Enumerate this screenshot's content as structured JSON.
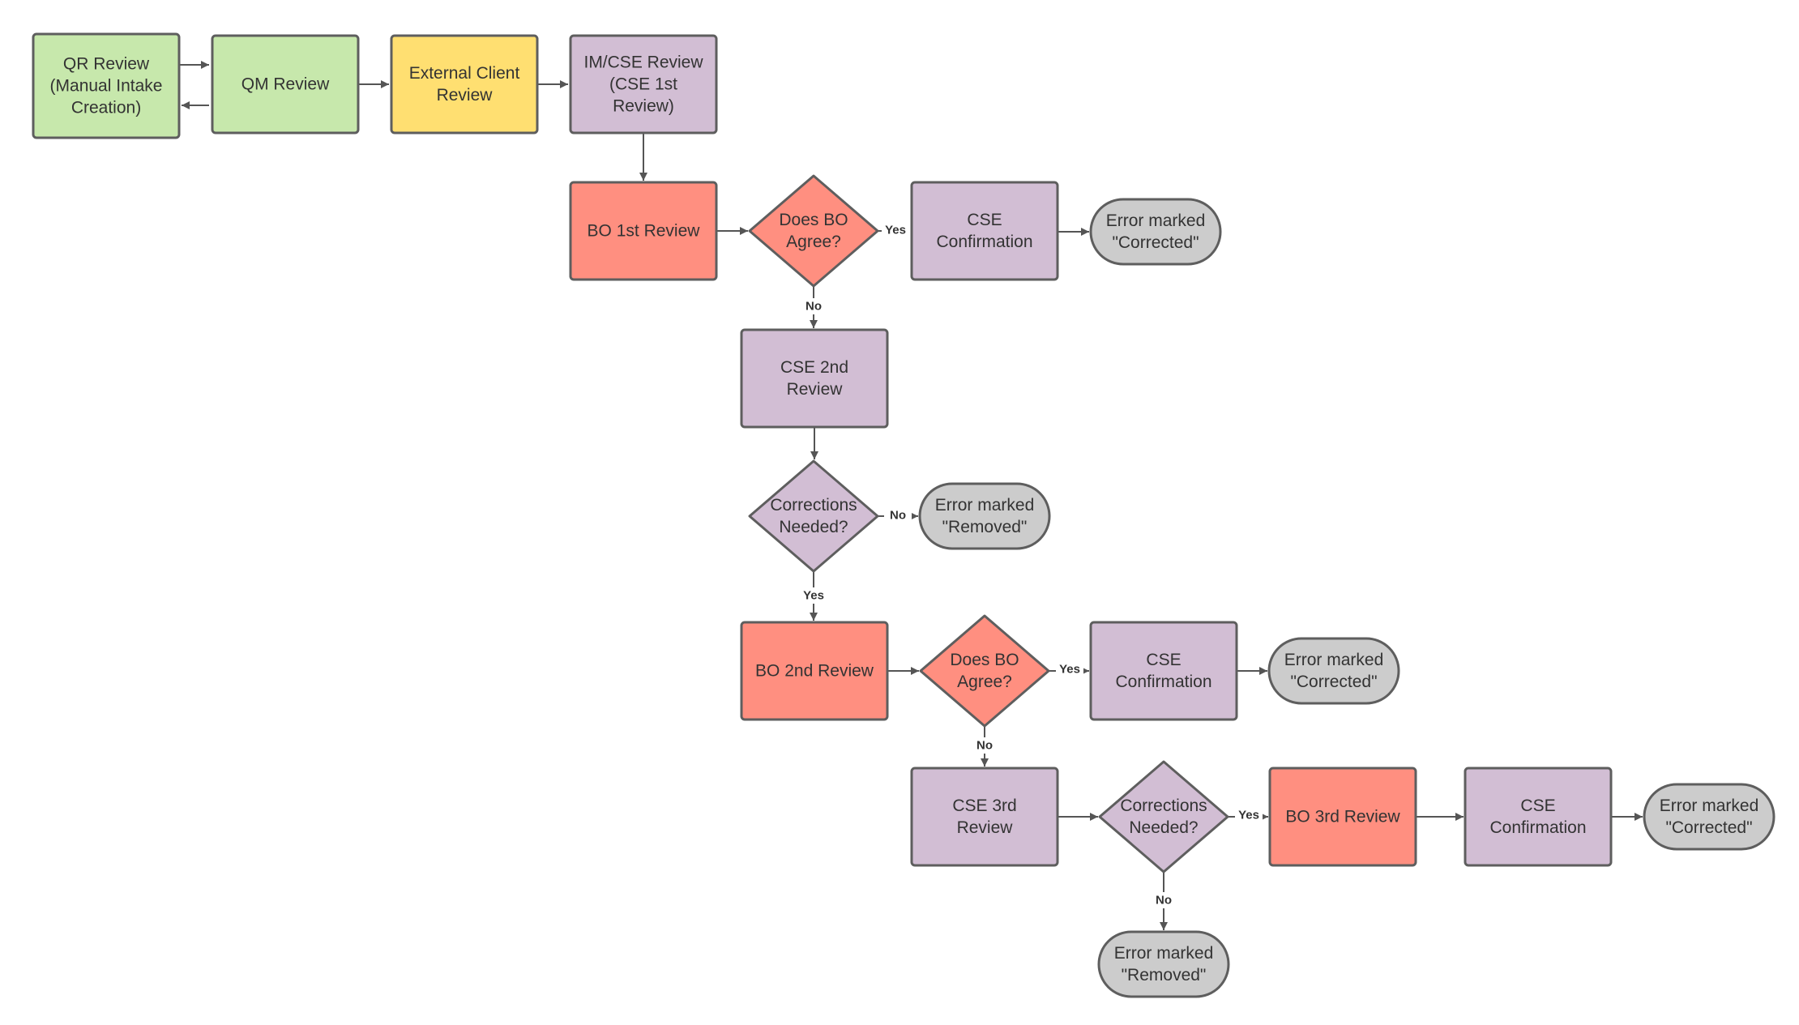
{
  "colors": {
    "green": "#c7e8ac",
    "yellow": "#ffdf71",
    "purple": "#d2bed4",
    "red": "#ff8f80",
    "gray": "#cccccc",
    "stroke": "#5e5e5e",
    "edge": "#555555"
  },
  "nodes": {
    "qr_review": {
      "lines": [
        "QR Review",
        "(Manual Intake",
        "Creation)"
      ]
    },
    "qm_review": {
      "lines": [
        "QM Review"
      ]
    },
    "external_client_review": {
      "lines": [
        "External Client",
        "Review"
      ]
    },
    "im_cse_review": {
      "lines": [
        "IM/CSE Review",
        "(CSE 1st",
        "Review)"
      ]
    },
    "bo_1st_review": {
      "lines": [
        "BO 1st Review"
      ]
    },
    "does_bo_agree_1": {
      "lines": [
        "Does BO",
        "Agree?"
      ]
    },
    "cse_confirmation_1": {
      "lines": [
        "CSE",
        "Confirmation"
      ]
    },
    "error_corrected_1": {
      "lines": [
        "Error marked",
        "\"Corrected\""
      ]
    },
    "cse_2nd_review": {
      "lines": [
        "CSE 2nd",
        "Review"
      ]
    },
    "corrections_needed_1": {
      "lines": [
        "Corrections",
        "Needed?"
      ]
    },
    "error_removed_1": {
      "lines": [
        "Error marked",
        "\"Removed\""
      ]
    },
    "bo_2nd_review": {
      "lines": [
        "BO 2nd Review"
      ]
    },
    "does_bo_agree_2": {
      "lines": [
        "Does BO",
        "Agree?"
      ]
    },
    "cse_confirmation_2": {
      "lines": [
        "CSE",
        "Confirmation"
      ]
    },
    "error_corrected_2": {
      "lines": [
        "Error marked",
        "\"Corrected\""
      ]
    },
    "cse_3rd_review": {
      "lines": [
        "CSE 3rd",
        "Review"
      ]
    },
    "corrections_needed_2": {
      "lines": [
        "Corrections",
        "Needed?"
      ]
    },
    "bo_3rd_review": {
      "lines": [
        "BO 3rd Review"
      ]
    },
    "cse_confirmation_3": {
      "lines": [
        "CSE",
        "Confirmation"
      ]
    },
    "error_corrected_3": {
      "lines": [
        "Error marked",
        "\"Corrected\""
      ]
    },
    "error_removed_2": {
      "lines": [
        "Error marked",
        "\"Removed\""
      ]
    }
  },
  "edges": [
    {
      "from": "qr_review",
      "to": "qm_review",
      "label": ""
    },
    {
      "from": "qm_review",
      "to": "qr_review",
      "label": ""
    },
    {
      "from": "qm_review",
      "to": "external_client_review",
      "label": ""
    },
    {
      "from": "external_client_review",
      "to": "im_cse_review",
      "label": ""
    },
    {
      "from": "im_cse_review",
      "to": "bo_1st_review",
      "label": ""
    },
    {
      "from": "bo_1st_review",
      "to": "does_bo_agree_1",
      "label": ""
    },
    {
      "from": "does_bo_agree_1",
      "to": "cse_confirmation_1",
      "label": "Yes"
    },
    {
      "from": "cse_confirmation_1",
      "to": "error_corrected_1",
      "label": ""
    },
    {
      "from": "does_bo_agree_1",
      "to": "cse_2nd_review",
      "label": "No"
    },
    {
      "from": "cse_2nd_review",
      "to": "corrections_needed_1",
      "label": ""
    },
    {
      "from": "corrections_needed_1",
      "to": "error_removed_1",
      "label": "No"
    },
    {
      "from": "corrections_needed_1",
      "to": "bo_2nd_review",
      "label": "Yes"
    },
    {
      "from": "bo_2nd_review",
      "to": "does_bo_agree_2",
      "label": ""
    },
    {
      "from": "does_bo_agree_2",
      "to": "cse_confirmation_2",
      "label": "Yes"
    },
    {
      "from": "cse_confirmation_2",
      "to": "error_corrected_2",
      "label": ""
    },
    {
      "from": "does_bo_agree_2",
      "to": "cse_3rd_review",
      "label": "No"
    },
    {
      "from": "cse_3rd_review",
      "to": "corrections_needed_2",
      "label": ""
    },
    {
      "from": "corrections_needed_2",
      "to": "bo_3rd_review",
      "label": "Yes"
    },
    {
      "from": "bo_3rd_review",
      "to": "cse_confirmation_3",
      "label": ""
    },
    {
      "from": "cse_confirmation_3",
      "to": "error_corrected_3",
      "label": ""
    },
    {
      "from": "corrections_needed_2",
      "to": "error_removed_2",
      "label": "No"
    }
  ]
}
